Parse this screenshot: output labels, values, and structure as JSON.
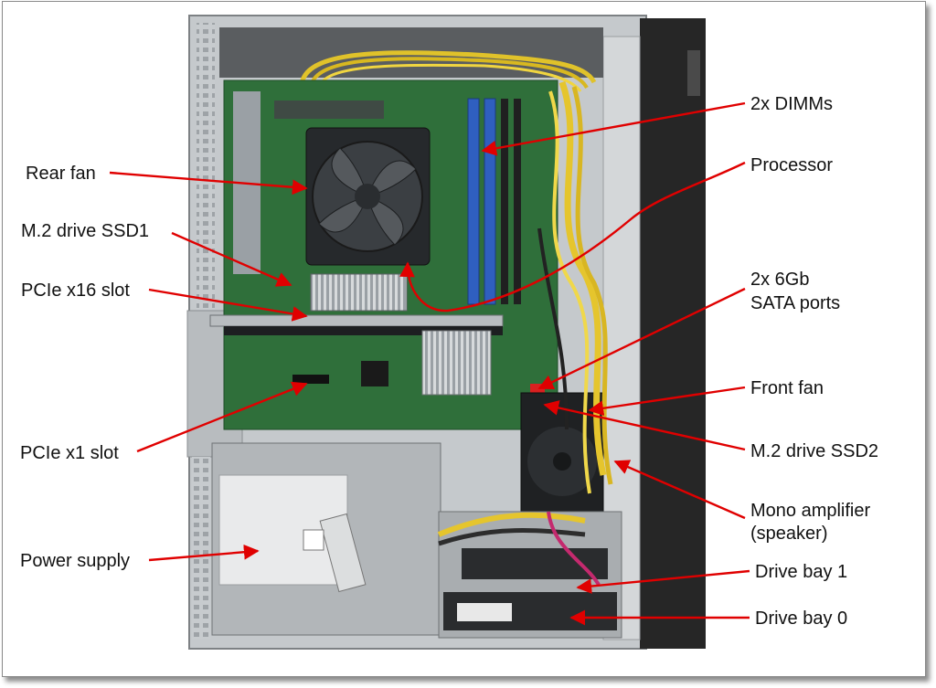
{
  "colors": {
    "arrow": "#e00000",
    "label_text": "#111111",
    "chassis": "#bfc3c7",
    "motherboard": "#2f6f3a",
    "front_bezel": "#262626"
  },
  "callouts": {
    "rear_fan": "Rear fan",
    "m2_ssd1": "M.2 drive SSD1",
    "pcie_x16": "PCIe x16 slot",
    "pcie_x1": "PCIe x1 slot",
    "power_supply": "Power supply",
    "dimms": "2x DIMMs",
    "processor": "Processor",
    "sata_ports_line1": "2x 6Gb",
    "sata_ports_line2": "SATA ports",
    "front_fan": "Front fan",
    "m2_ssd2": "M.2 drive SSD2",
    "mono_amp_line1": "Mono amplifier",
    "mono_amp_line2": "(speaker)",
    "drive_bay_1": "Drive bay 1",
    "drive_bay_0": "Drive bay 0"
  }
}
